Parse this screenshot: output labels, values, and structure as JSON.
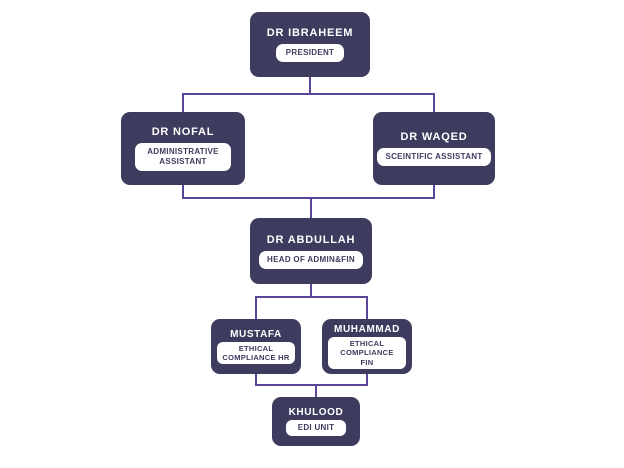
{
  "diagram": {
    "type": "org-chart",
    "nodes": [
      {
        "id": "president",
        "name": "DR IBRAHEEM",
        "title": "PRESIDENT",
        "reports_to": []
      },
      {
        "id": "administrative-assistant",
        "name": "DR NOFAL",
        "title": "ADMINISTRATIVE ASSISTANT",
        "reports_to": [
          "president"
        ]
      },
      {
        "id": "scientific-assistant",
        "name": "DR WAQED",
        "title": "SCEINTIFIC ASSISTANT",
        "reports_to": [
          "president"
        ]
      },
      {
        "id": "head-of-admin-fin",
        "name": "DR ABDULLAH",
        "title": "HEAD OF ADMIN&FIN",
        "reports_to": [
          "administrative-assistant",
          "scientific-assistant"
        ]
      },
      {
        "id": "ethical-compliance-hr",
        "name": "MUSTAFA",
        "title": "ETHICAL COMPLIANCE HR",
        "reports_to": [
          "head-of-admin-fin"
        ]
      },
      {
        "id": "ethical-compliance-fin",
        "name": "MUHAMMAD",
        "title": "ETHICAL COMPLIANCE FIN",
        "reports_to": [
          "head-of-admin-fin"
        ]
      },
      {
        "id": "edi-unit",
        "name": "KHULOOD",
        "title": "EDI UNIT",
        "reports_to": [
          "ethical-compliance-hr",
          "ethical-compliance-fin"
        ]
      }
    ]
  },
  "colors": {
    "page_bg": "#ffffff",
    "box_fill": "#3e3c5e",
    "connector": "#5b4596",
    "label_bg": "#ffffff",
    "name_text": "#ffffff",
    "label_text": "#3e3c5e"
  }
}
